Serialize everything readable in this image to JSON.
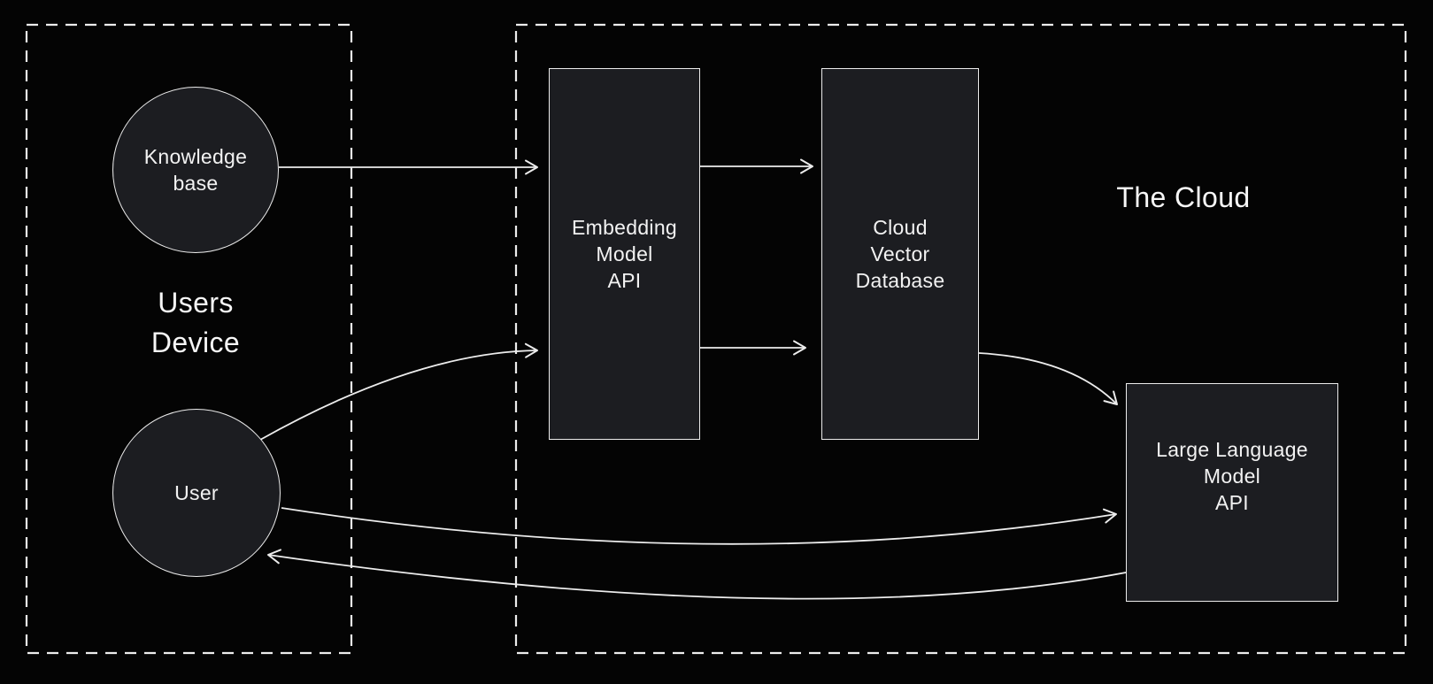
{
  "diagram": {
    "colors": {
      "background": "#040404",
      "node_fill": "#1c1d21",
      "line": "#ececec",
      "text": "#f2f2f2"
    },
    "groups": [
      {
        "id": "users-device",
        "label": "Users\nDevice"
      },
      {
        "id": "the-cloud",
        "label": "The Cloud"
      }
    ],
    "nodes": [
      {
        "id": "knowledge-base",
        "shape": "circle",
        "group": "users-device",
        "label": "Knowledge\nbase"
      },
      {
        "id": "user",
        "shape": "circle",
        "group": "users-device",
        "label": "User"
      },
      {
        "id": "embedding-model-api",
        "shape": "rectangle",
        "group": "the-cloud",
        "label": "Embedding\nModel\nAPI"
      },
      {
        "id": "cloud-vector-database",
        "shape": "rectangle",
        "group": "the-cloud",
        "label": "Cloud\nVector\nDatabase"
      },
      {
        "id": "large-language-model-api",
        "shape": "rectangle",
        "group": "the-cloud",
        "label": "Large Language\nModel\nAPI"
      }
    ],
    "edges": [
      {
        "from": "knowledge-base",
        "to": "embedding-model-api",
        "style": "straight"
      },
      {
        "from": "embedding-model-api",
        "to": "cloud-vector-database",
        "style": "straight",
        "position": "upper"
      },
      {
        "from": "embedding-model-api",
        "to": "cloud-vector-database",
        "style": "straight",
        "position": "lower"
      },
      {
        "from": "user",
        "to": "embedding-model-api",
        "style": "curved"
      },
      {
        "from": "cloud-vector-database",
        "to": "large-language-model-api",
        "style": "curved"
      },
      {
        "from": "user",
        "to": "large-language-model-api",
        "style": "curved"
      },
      {
        "from": "large-language-model-api",
        "to": "user",
        "style": "curved"
      }
    ]
  }
}
